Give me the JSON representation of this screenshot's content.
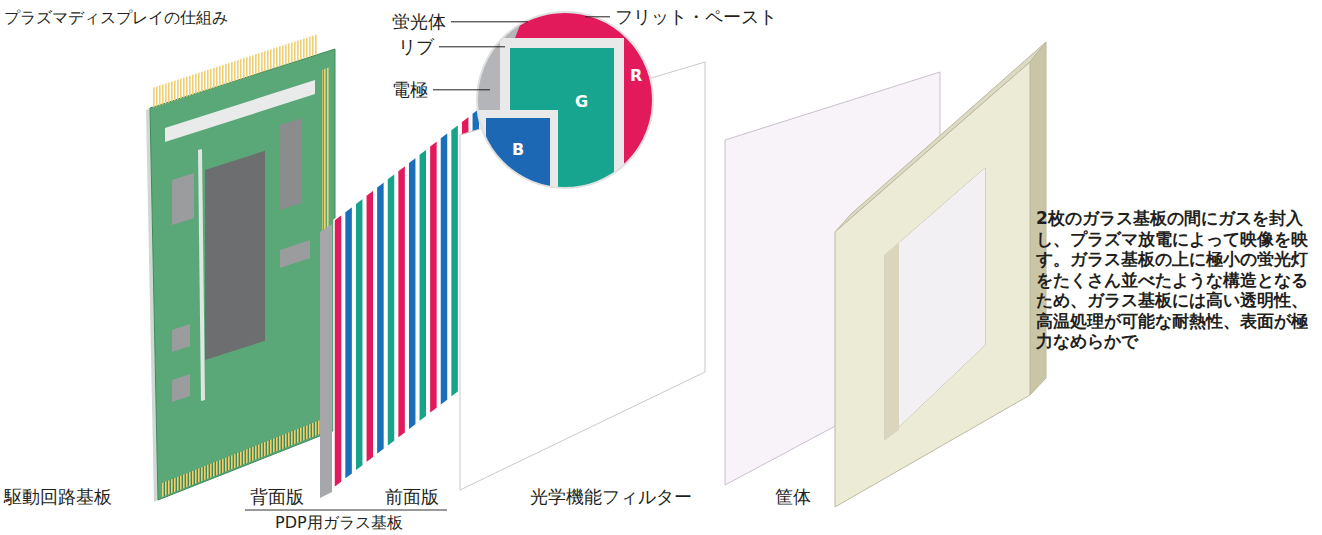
{
  "diagram": {
    "title": "プラズマディスプレイの仕組み",
    "caption": "2枚のガラス基板の間にガスを封入し、プラズマ放電によって映像を映す。ガラス基板の上に極小の蛍光灯をたくさん並べたような構造となるため、ガラス基板には高い透明性、高温処理が可能な耐熱性、表面が極力なめらかで",
    "labels": [
      "蛍光体",
      "リブ",
      "電極",
      "フリット・ペースト",
      "R",
      "G",
      "B",
      "駆動回路基板",
      "背面版",
      "前面版",
      "PDP用ガラス基板",
      "光学機能フィルター",
      "筐体"
    ]
  }
}
